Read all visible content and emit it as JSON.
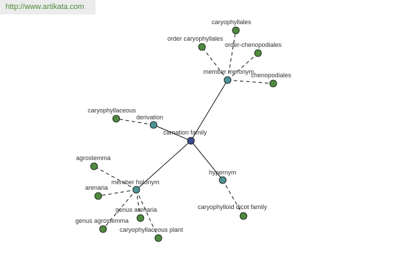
{
  "site_url": "http://www.artikata.com",
  "colors": {
    "center": "#3b4a8c",
    "relation": "#4e9292",
    "leaf": "#4f8b3f",
    "url_text": "#4e8a3c"
  },
  "graph": {
    "center": {
      "id": "carnation-family",
      "label": "carnation family"
    },
    "relations": [
      {
        "id": "member-meronym",
        "label": "member meronym"
      },
      {
        "id": "derivation",
        "label": "derivation"
      },
      {
        "id": "member-holonym",
        "label": "member holonym"
      },
      {
        "id": "hypernym",
        "label": "hypernym"
      }
    ],
    "leaves": [
      {
        "id": "caryophyllales",
        "label": "caryophyllales",
        "relation": "member-meronym"
      },
      {
        "id": "order-caryophyllales",
        "label": "order caryophyllales",
        "relation": "member-meronym"
      },
      {
        "id": "order-chenopodiales",
        "label": "order-chenopodiales",
        "relation": "member-meronym"
      },
      {
        "id": "chenopodiales",
        "label": "chenopodiales",
        "relation": "member-meronym"
      },
      {
        "id": "caryophyllaceous",
        "label": "caryophyllaceous",
        "relation": "derivation"
      },
      {
        "id": "agrostemma",
        "label": "agrostemma",
        "relation": "member-holonym"
      },
      {
        "id": "arenaria",
        "label": "arenaria",
        "relation": "member-holonym"
      },
      {
        "id": "genus-arenaria",
        "label": "genus arenaria",
        "relation": "member-holonym"
      },
      {
        "id": "genus-agrostemma",
        "label": "genus agrostemma",
        "relation": "member-holonym"
      },
      {
        "id": "caryophyllaceous-plant",
        "label": "caryophyllaceous plant",
        "relation": "member-holonym"
      },
      {
        "id": "caryophylloid-dicot-family",
        "label": "caryophylloid dicot family",
        "relation": "hypernym"
      }
    ]
  }
}
